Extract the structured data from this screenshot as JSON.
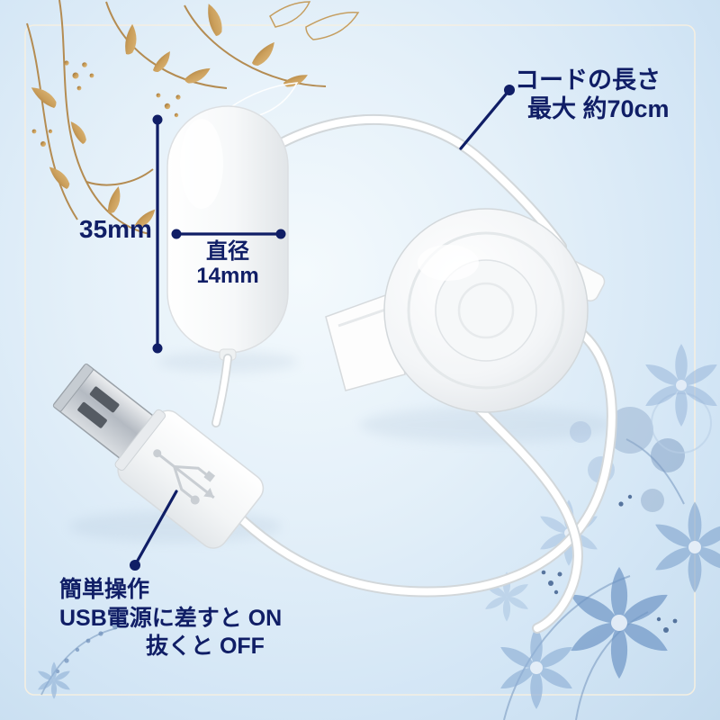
{
  "annotations": {
    "cord_length": {
      "line1": "コードの長さ",
      "line2": "最大 約70cm"
    },
    "egg_height": {
      "value": "35mm"
    },
    "egg_diameter": {
      "line1": "直径",
      "line2": "14mm"
    },
    "operation": {
      "line1": "簡単操作",
      "line2": "USB電源に差すと ON",
      "line3": "抜くと OFF"
    }
  },
  "colors": {
    "annotation_text": "#101e66",
    "background_blue": "#cfe3f4",
    "decoration_gold": "#c99a52",
    "decoration_flower_blue": "#7fa3cd",
    "product_white": "#ffffff"
  }
}
